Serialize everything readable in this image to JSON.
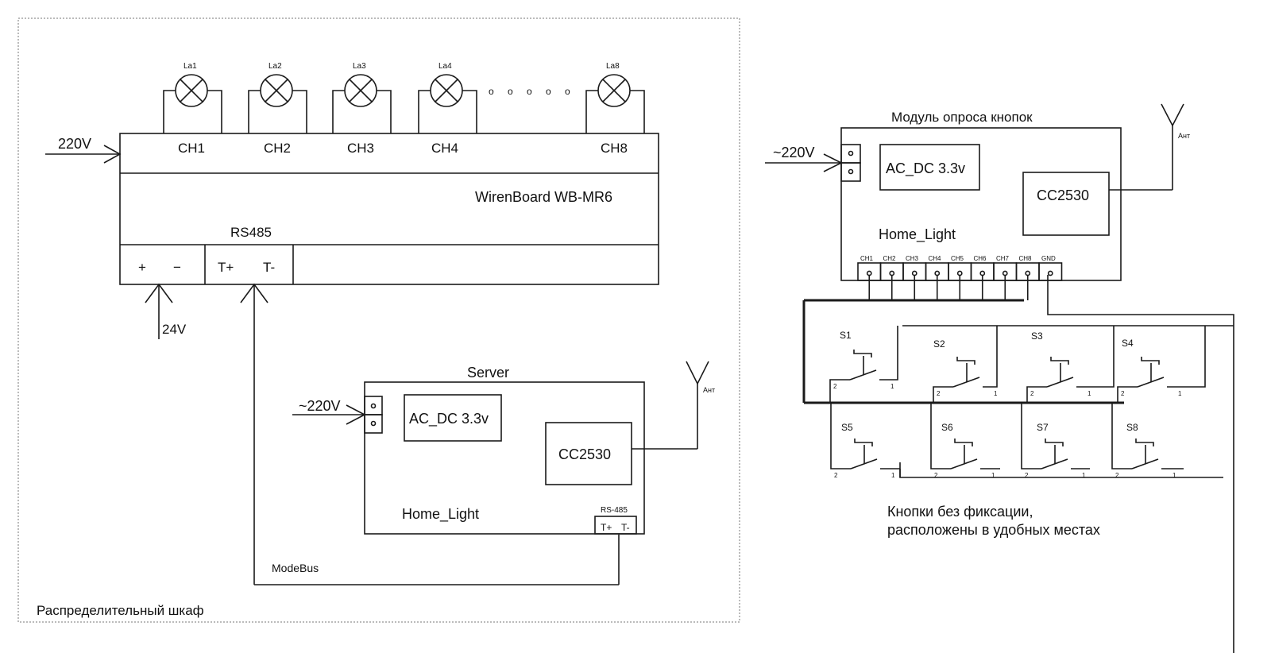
{
  "cabinet": {
    "label": "Распределительный шкаф"
  },
  "relay_module": {
    "name": "WirenBoard WB-MR6",
    "power_input": "220V",
    "supply_input": "24V",
    "bus_label": "RS485",
    "channels": [
      "CH1",
      "CH2",
      "CH3",
      "CH4",
      "CH8"
    ],
    "lamps": [
      "La1",
      "La2",
      "La3",
      "La4",
      "La8"
    ],
    "ellipsis": "o o o o o",
    "terminals": {
      "plus": "+",
      "minus": "−",
      "t_plus": "T+",
      "t_minus": "T-"
    }
  },
  "server": {
    "title": "Server",
    "power_input": "~220V",
    "psu": "AC_DC 3.3v",
    "radio": "CC2530",
    "firmware": "Home_Light",
    "rs485_label": "RS-485",
    "t_plus": "T+",
    "t_minus": "T-",
    "antenna": "Ант",
    "bus_name": "ModeBus"
  },
  "button_module": {
    "title": "Модуль опроса кнопок",
    "power_input": "~220V",
    "psu": "AC_DC 3.3v",
    "radio": "CC2530",
    "firmware": "Home_Light",
    "antenna": "Ант",
    "pins": [
      "CH1",
      "CH2",
      "CH3",
      "CH4",
      "CH5",
      "CH6",
      "CH7",
      "CH8",
      "GND"
    ]
  },
  "switches": {
    "labels": [
      "S1",
      "S2",
      "S3",
      "S4",
      "S5",
      "S6",
      "S7",
      "S8"
    ],
    "pin1": "1",
    "pin2": "2"
  },
  "note": {
    "line1": "Кнопки без фиксации,",
    "line2": "расположены в удобных местах"
  }
}
